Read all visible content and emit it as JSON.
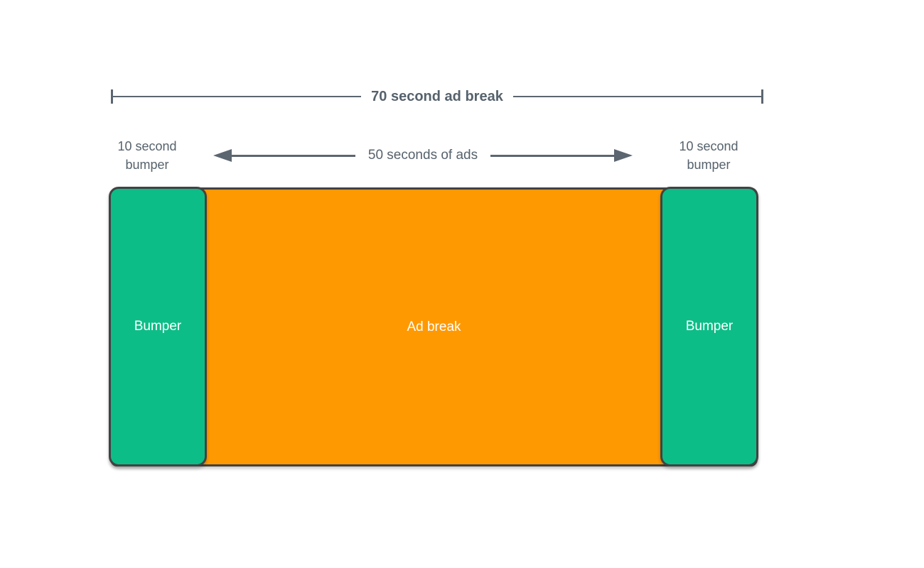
{
  "diagram": {
    "title": "70 second ad break",
    "arrow_label": "50 seconds of ads",
    "left_bumper_caption": "10 second bumper",
    "right_bumper_caption": "10 second bumper",
    "blocks": {
      "left_bumper": {
        "label": "Bumper",
        "color": "#0DBD87"
      },
      "ad_break": {
        "label": "Ad break",
        "color": "#FF9902"
      },
      "right_bumper": {
        "label": "Bumper",
        "color": "#0DBD87"
      }
    },
    "colors": {
      "text_gray": "#56626C",
      "line_gray": "#5C6670",
      "block_border": "#424242",
      "bumper_green": "#0DBD87",
      "ad_orange": "#FF9902",
      "label_white": "#FFFFFF"
    }
  }
}
